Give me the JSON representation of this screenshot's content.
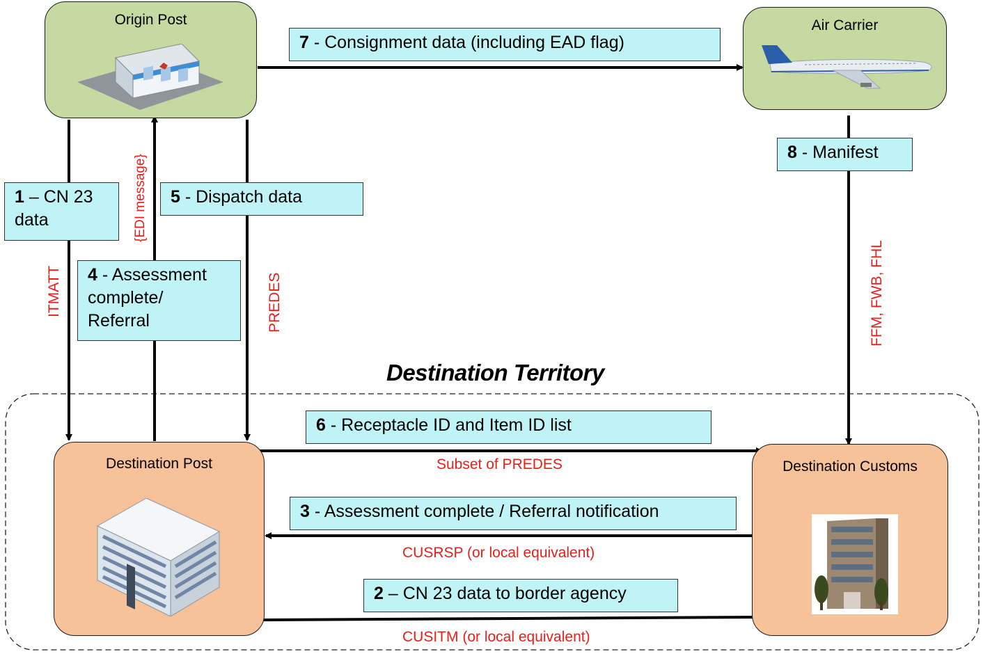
{
  "nodes": {
    "origin_post": "Origin Post",
    "air_carrier": "Air Carrier",
    "destination_post": "Destination Post",
    "destination_customs": "Destination Customs"
  },
  "region_title": "Destination Territory",
  "flows": [
    {
      "num": "1",
      "text": "– CN 23 data",
      "protocol": "ITMATT"
    },
    {
      "num": "2",
      "text": "– CN 23 data to border agency",
      "protocol": "CUSITM (or local equivalent)"
    },
    {
      "num": "3",
      "text": "- Assessment complete / Referral notification",
      "protocol": "CUSRSP (or local equivalent)"
    },
    {
      "num": "4",
      "text": "- Assessment complete/ Referral",
      "protocol": "{EDI message}"
    },
    {
      "num": "5",
      "text": "- Dispatch data",
      "protocol": "PREDES"
    },
    {
      "num": "6",
      "text": "- Receptacle ID and Item ID list",
      "protocol": "Subset of PREDES"
    },
    {
      "num": "7",
      "text": "- Consignment data (including EAD flag)",
      "protocol": ""
    },
    {
      "num": "8",
      "text": "- Manifest",
      "protocol": "FFM, FWB, FHL"
    }
  ],
  "flow1_line2": "data",
  "flow4_line2": "complete/",
  "flow4_line3": "Referral",
  "flow4_line1": "- Assessment",
  "flow1_line1": "– CN 23",
  "colors": {
    "green": "#c5d9a1",
    "orange": "#f7c19a",
    "label": "#bff3f5",
    "protocol": "#e8201a"
  }
}
